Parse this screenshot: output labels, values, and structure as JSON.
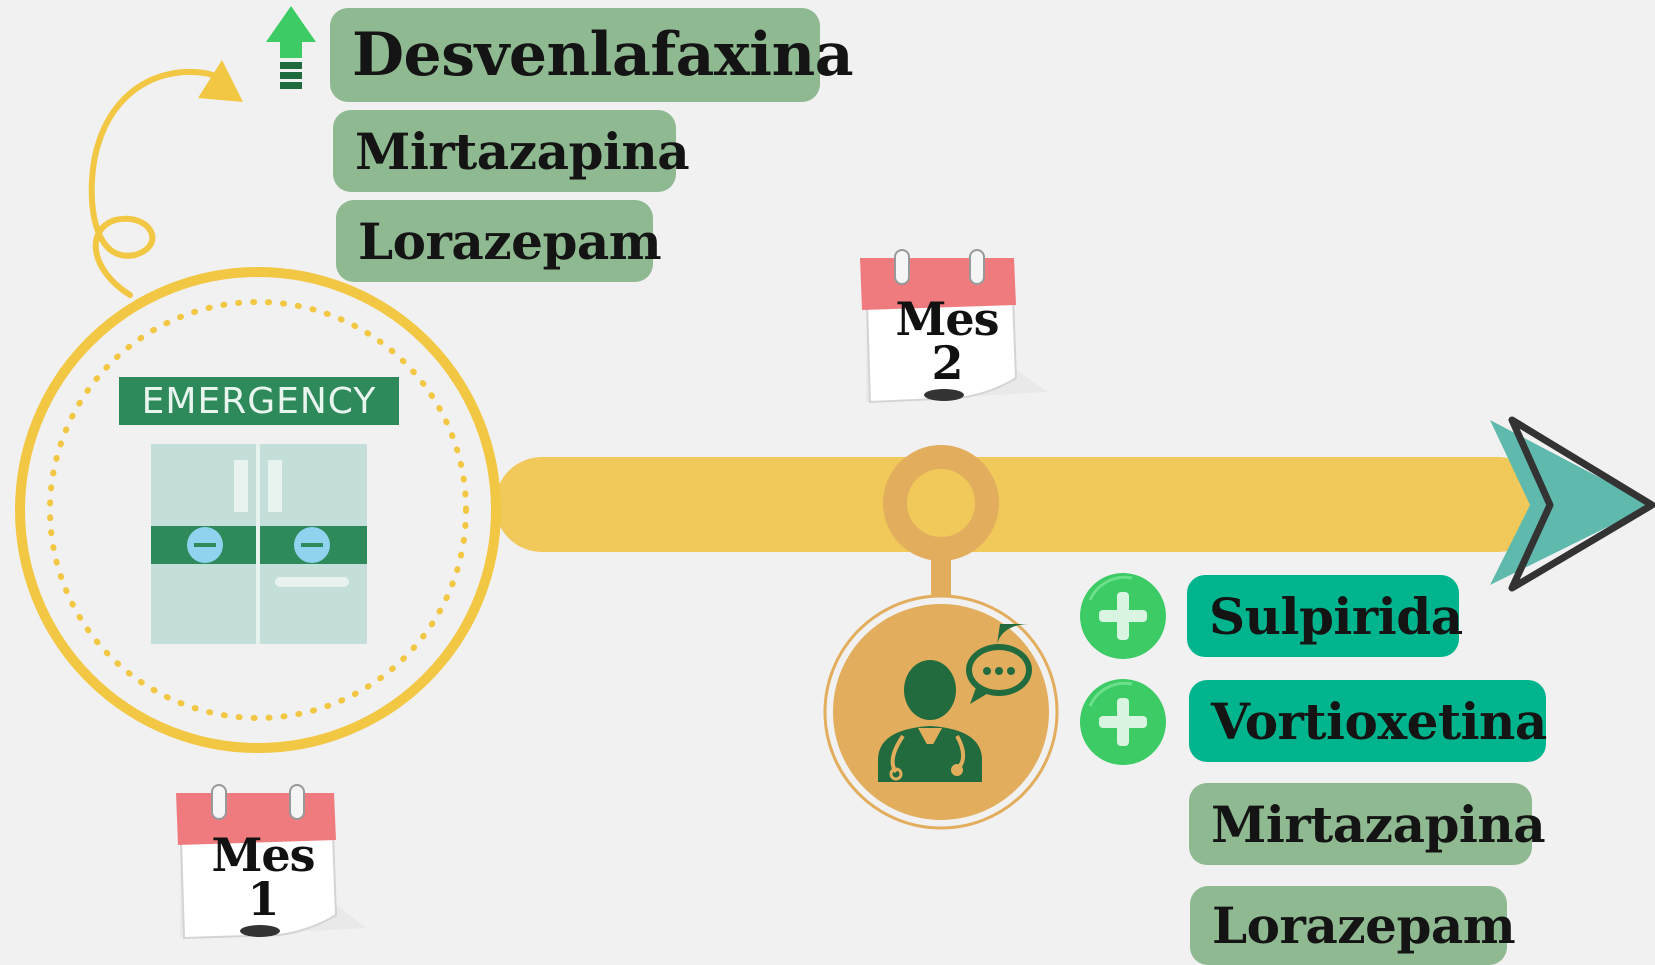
{
  "timeline_1": {
    "calendar": {
      "word": "Mes",
      "number": "1"
    },
    "emergency_label": "EMERGENCY",
    "medications": [
      "Desvenlafaxina",
      "Mirtazapina",
      "Lorazepam"
    ],
    "increase_icon": "up-arrow-icon"
  },
  "timeline_2": {
    "calendar": {
      "word": "Mes",
      "number": "2"
    },
    "added_medications": [
      "Sulpirida",
      "Vortioxetina"
    ],
    "continued_medications": [
      "Mirtazapina",
      "Lorazepam"
    ],
    "add_icon": "plus-circle-icon",
    "doctor_icon": "doctor-consult-icon"
  },
  "colors": {
    "background": "#f1f1f1",
    "timeline_yellow": "#f0c95a",
    "ring_yellow": "#f2c744",
    "node_orange": "#e2ad5c",
    "pill_sage": "#8fb991",
    "pill_teal": "#00b48d",
    "emergency_green": "#2e8a5a",
    "door_teal": "#c4dfd9",
    "plus_green": "#3ccb65",
    "arrow_teal": "#5fb9ad",
    "calendar_red": "#ef7b7f",
    "doctor_green": "#226b3e"
  }
}
